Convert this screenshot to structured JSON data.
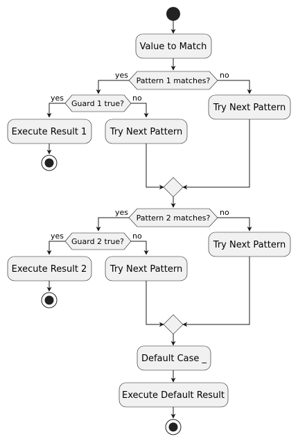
{
  "nodes": {
    "value_to_match": "Value to Match",
    "pattern1_q": "Pattern 1 matches?",
    "guard1_q": "Guard 1 true?",
    "execute_result_1": "Execute Result 1",
    "try_next_1a": "Try Next Pattern",
    "try_next_1b": "Try Next Pattern",
    "pattern2_q": "Pattern 2 matches?",
    "guard2_q": "Guard 2 true?",
    "execute_result_2": "Execute Result 2",
    "try_next_2a": "Try Next Pattern",
    "try_next_2b": "Try Next Pattern",
    "default_case": "Default Case _",
    "execute_default": "Execute Default Result"
  },
  "labels": {
    "yes": "yes",
    "no": "no"
  }
}
